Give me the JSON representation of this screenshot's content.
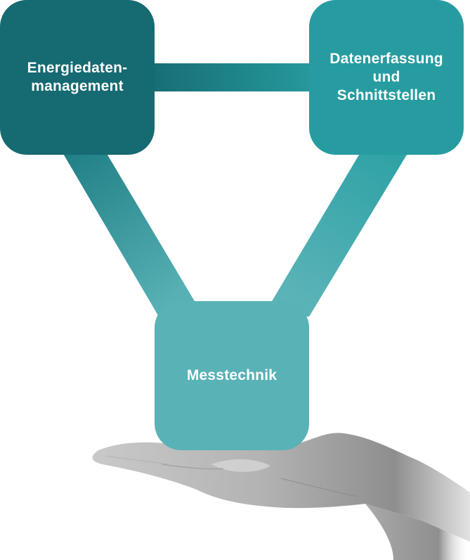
{
  "diagram": {
    "nodes": [
      {
        "id": "energy",
        "label": "Energiedaten-\nmanagement",
        "color": "#166a72"
      },
      {
        "id": "data",
        "label": "Datenerfassung\nund\nSchnittstellen",
        "color": "#279ca0"
      },
      {
        "id": "measure",
        "label": "Messtechnik",
        "color": "#59b2b6"
      }
    ],
    "connectors": [
      {
        "from": "energy",
        "to": "data"
      },
      {
        "from": "energy",
        "to": "measure"
      },
      {
        "from": "data",
        "to": "measure"
      }
    ],
    "image": {
      "subject": "open-hand"
    }
  }
}
